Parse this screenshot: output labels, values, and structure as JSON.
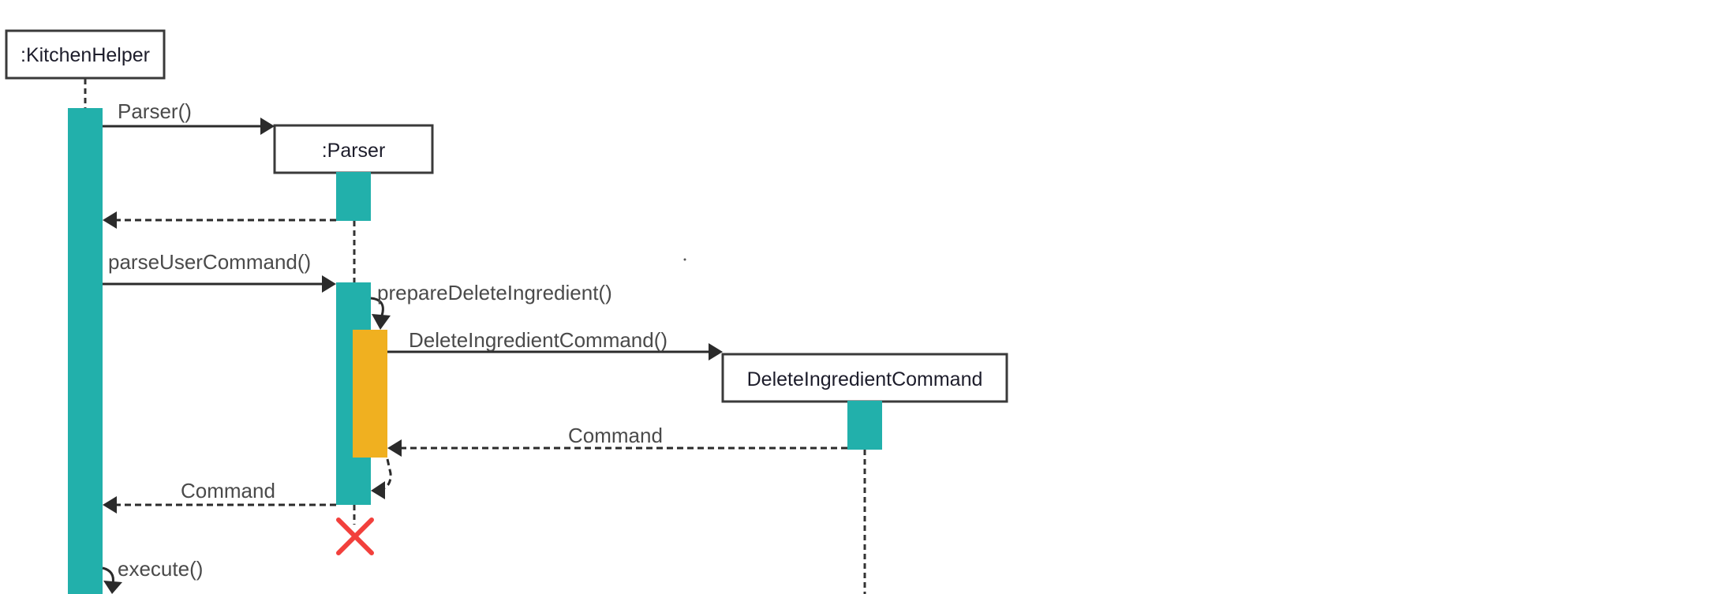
{
  "colors": {
    "activation": "#22b0ab",
    "highlight": "#f0b020",
    "destroy": "#f2403c"
  },
  "participants": {
    "kitchen_helper": ":KitchenHelper",
    "parser": ":Parser",
    "delete_ingredient_command": "DeleteIngredientCommand"
  },
  "messages": {
    "parser_call": "Parser()",
    "parse_user_command": "parseUserCommand()",
    "prepare_delete_ingredient": "prepareDeleteIngredient()",
    "delete_ingredient_command_call": "DeleteIngredientCommand()",
    "command_return_inner": "Command",
    "command_return_outer": "Command",
    "execute": "execute()"
  }
}
